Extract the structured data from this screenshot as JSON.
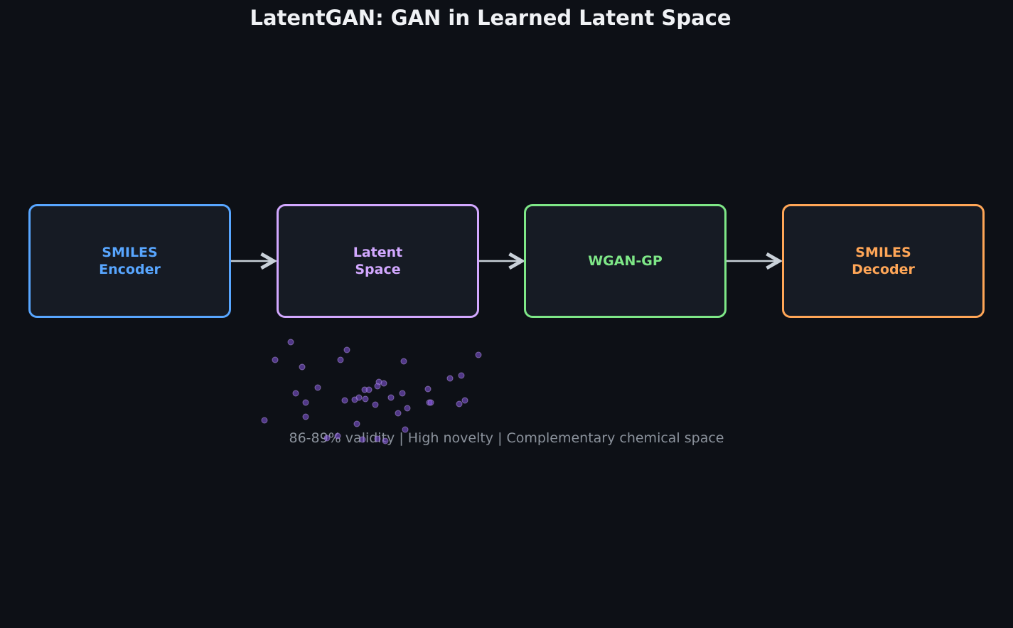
{
  "title": "LatentGAN: GAN in Learned Latent Space",
  "nodes": [
    {
      "label": "SMILES\nEncoder",
      "color": "#58a6ff"
    },
    {
      "label": "Latent\nSpace",
      "color": "#d2a8ff"
    },
    {
      "label": "WGAN-GP",
      "color": "#7ee787"
    },
    {
      "label": "SMILES\nDecoder",
      "color": "#ffa657"
    }
  ],
  "caption": "86-89% validity  |  High novelty  |  Complementary chemical space",
  "colors": {
    "background": "#0d1016",
    "arrow": "#c9d1d9",
    "latent_points": "#8957e5"
  }
}
